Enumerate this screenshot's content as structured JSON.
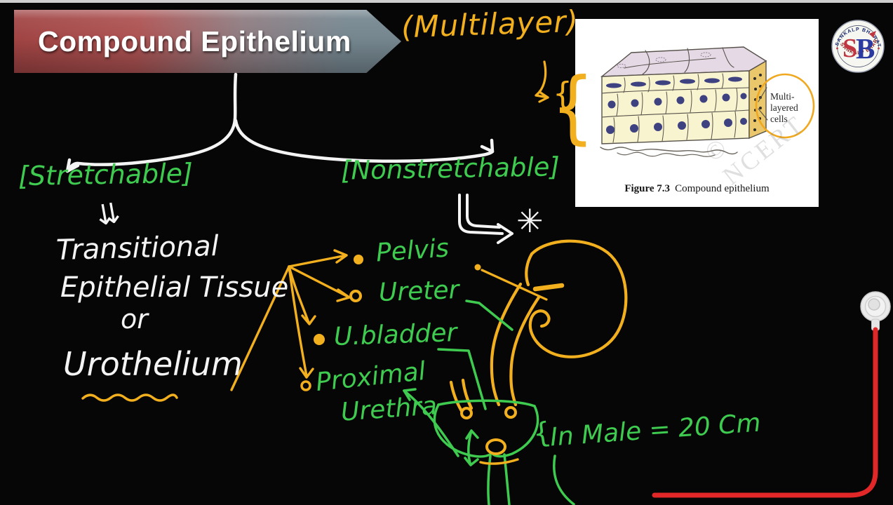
{
  "colors": {
    "background": "#060606",
    "orange": "#f2b01f",
    "green": "#3ecb50",
    "white-ink": "#f4f4f4",
    "red-line": "#e12727",
    "banner-red": "#a04343",
    "banner-gray": "#75868f",
    "figure-bg": "#ffffff",
    "callout-ring": "#f0a81f"
  },
  "banner": {
    "title": "Compound Epithelium"
  },
  "annotations": {
    "multilayer": "(Multilayer)",
    "small_brace": "{",
    "big_brace": "{",
    "double_down_arrow": "⇊",
    "asterisk": "✳"
  },
  "classification": {
    "stretchable": "[Stretchable]",
    "nonstretchable": "[Nonstretchable]",
    "synonym_lines": [
      "Transitional",
      "Epithelial Tissue",
      "or",
      "Urothelium"
    ]
  },
  "organs": [
    "Pelvis",
    "Ureter",
    "U.bladder",
    "Proximal",
    "Urethra"
  ],
  "note": {
    "prefix": "{",
    "text": "In Male = 20 Cm"
  },
  "ncert_figure": {
    "callout_lines": [
      "Multi-",
      "layered",
      "cells"
    ],
    "caption_bold": "Figure 7.3",
    "caption_rest": "Compound epithelium",
    "watermark": "© NCERT"
  },
  "logo": {
    "arc_top": "SANKALP BHARAT",
    "arc_bottom": "SANKALP BHARAT",
    "monogram_s": "S",
    "monogram_b": "B"
  }
}
